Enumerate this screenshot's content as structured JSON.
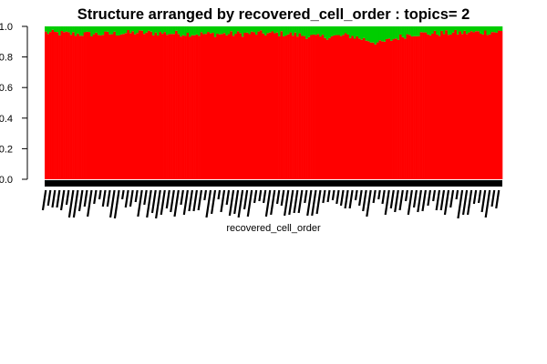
{
  "chart_data": {
    "type": "bar",
    "stacked": true,
    "title": "Structure arranged by recovered_cell_order : topics= 2",
    "xlabel": "recovered_cell_order",
    "ylabel": "",
    "ylim": [
      0,
      1
    ],
    "yticks": [
      "0.0",
      "0.2",
      "0.4",
      "0.6",
      "0.8",
      "1.0"
    ],
    "num_cells": 200,
    "series": [
      {
        "name": "",
        "color": "#ff0000"
      },
      {
        "name": "",
        "color": "#00cd00"
      }
    ],
    "topic1_proportion_profile": [
      0.96,
      0.95,
      0.95,
      0.96,
      0.955,
      0.95,
      0.95,
      0.955,
      0.95,
      0.93,
      0.94,
      0.89,
      0.95,
      0.955,
      0.96,
      0.965
    ],
    "cell_labels_pattern": "tick-labels-overlapping-illegible"
  }
}
